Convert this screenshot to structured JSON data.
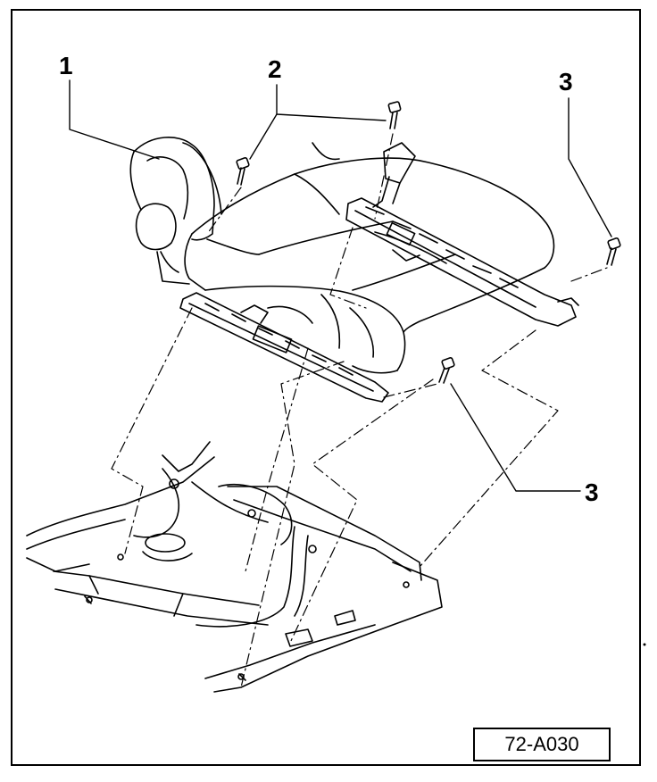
{
  "callouts": {
    "label_1": "1",
    "label_2": "2",
    "label_3_top": "3",
    "label_3_bottom": "3"
  },
  "figure_reference": "72-A030",
  "colors": {
    "ink": "#000000",
    "paper": "#ffffff"
  },
  "icons": {
    "seat": "seat-assembly-drawing",
    "bolt": "bolt-icon",
    "floor": "vehicle-floor-pan-drawing"
  }
}
